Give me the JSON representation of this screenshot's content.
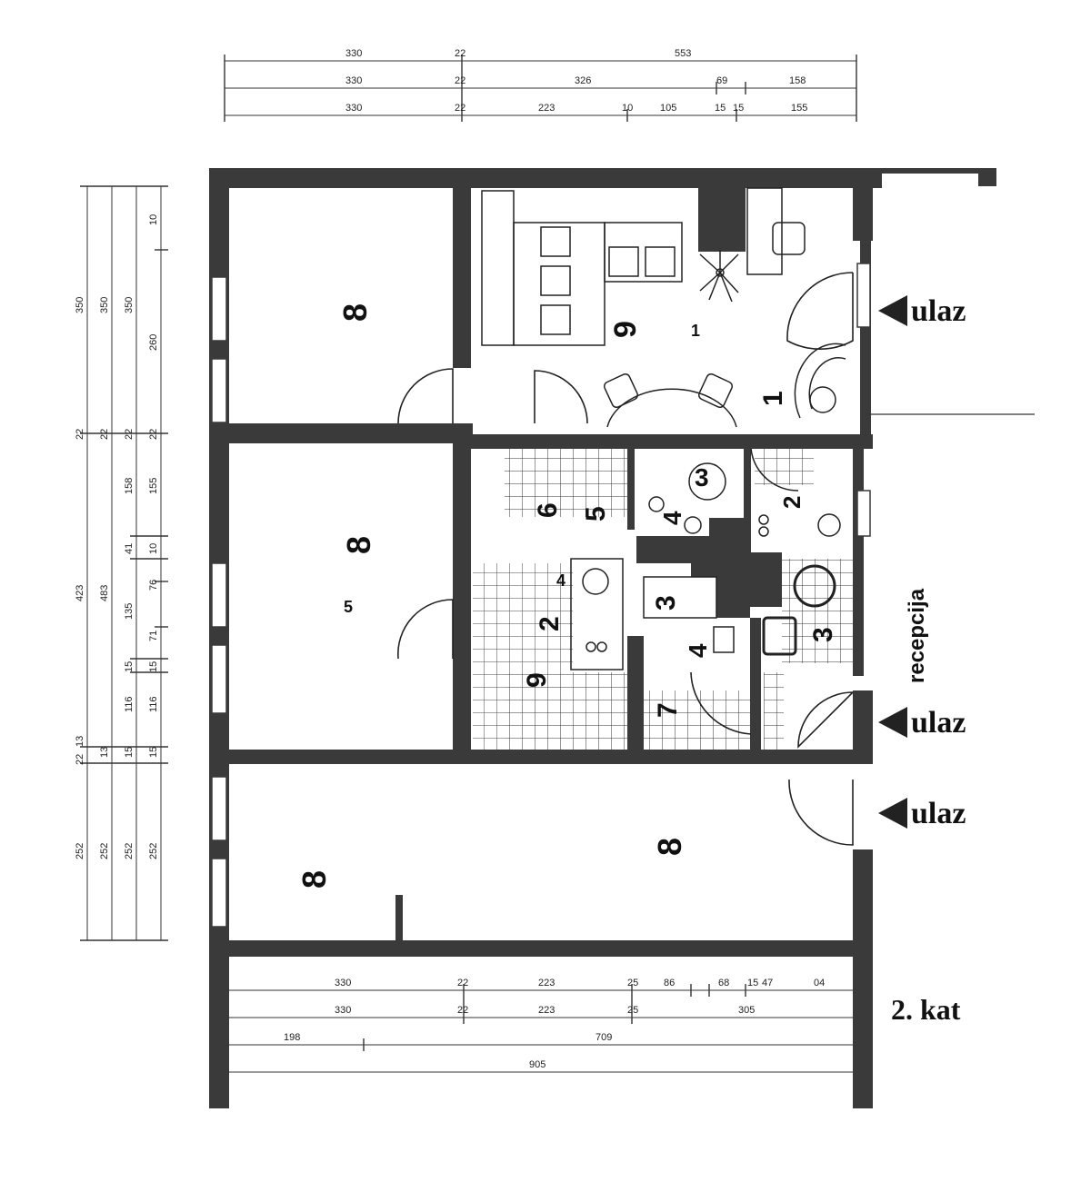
{
  "top_dimensions": {
    "row1": [
      "330",
      "22",
      "553"
    ],
    "row2": [
      "330",
      "22",
      "326",
      "69",
      "158"
    ],
    "row3": [
      "330",
      "22",
      "223",
      "10",
      "105",
      "15",
      "15",
      "155"
    ]
  },
  "left_dimensions": {
    "col1": [
      "350",
      "22",
      "423",
      "13",
      "22",
      "252"
    ],
    "col2": [
      "350",
      "22",
      "483",
      "13",
      "252"
    ],
    "col3": [
      "350",
      "22",
      "158",
      "41",
      "135",
      "15",
      "116",
      "15",
      "252"
    ],
    "col4": [
      "10",
      "260",
      "22",
      "155",
      "10",
      "76",
      "71",
      "15",
      "116",
      "15",
      "252"
    ]
  },
  "bottom_dimensions": {
    "row1": [
      "330",
      "22",
      "223",
      "25",
      "86",
      "68",
      "15",
      "47",
      "04"
    ],
    "row2": [
      "330",
      "22",
      "223",
      "25",
      "305"
    ],
    "row3": [
      "198",
      "709"
    ],
    "row4": [
      "905"
    ]
  },
  "rooms": {
    "r_top_left": "8",
    "r_top_9": "9",
    "r_top_1": "1",
    "r_side_1": "1",
    "r_mid_left": "8",
    "r_mid_5": "5",
    "r_6": "6",
    "r_5": "5",
    "r_3a": "3",
    "r_4a": "4",
    "r_2a": "2",
    "r_4b": "4",
    "r_2b": "2",
    "r_3b": "3",
    "r_3c": "3",
    "r_4c": "4",
    "r_9b": "9",
    "r_7": "7",
    "r_bottom_left": "8",
    "r_bottom_right": "8"
  },
  "labels": {
    "entrance_1": "ulaz",
    "entrance_2": "ulaz",
    "entrance_3": "ulaz",
    "reception": "recepcija",
    "floor": "2. kat"
  }
}
